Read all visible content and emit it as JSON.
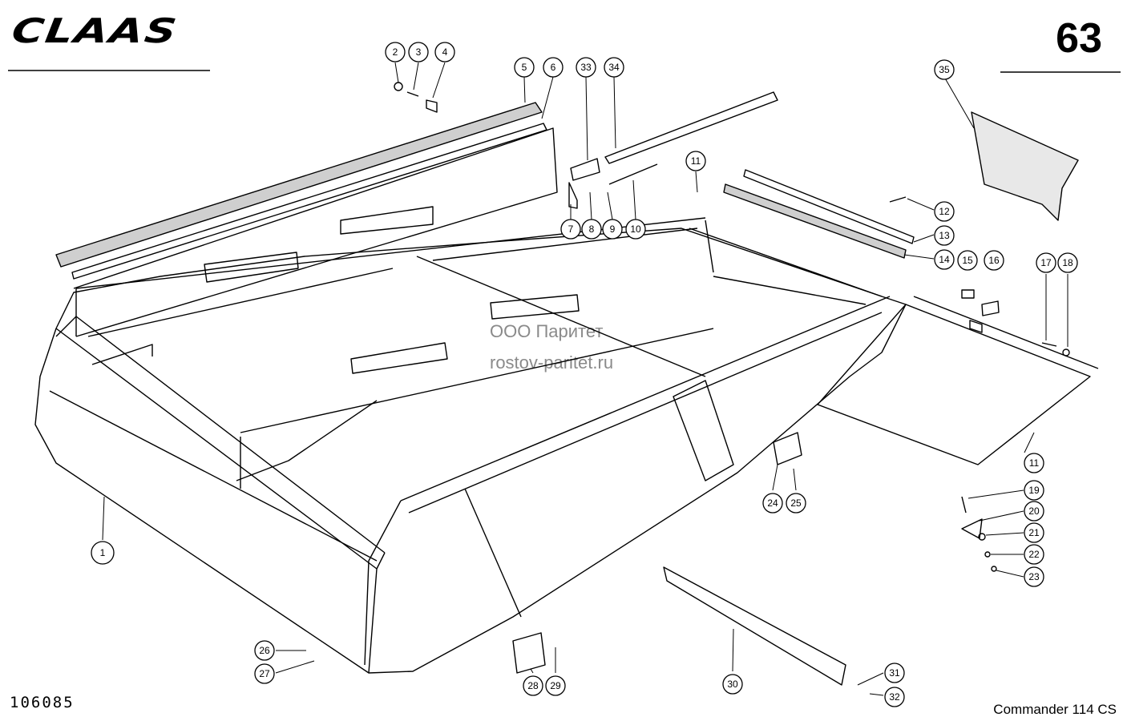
{
  "header": {
    "brand": "CLAAS",
    "page_number": "63"
  },
  "footer": {
    "drawing_number": "106085",
    "model": "Commander 114 CS"
  },
  "watermark": {
    "line1": "ООО Паритет",
    "line2": "rostov-paritet.ru"
  },
  "callouts": [
    {
      "id": "c1",
      "label": "1"
    },
    {
      "id": "c2",
      "label": "2"
    },
    {
      "id": "c3",
      "label": "3"
    },
    {
      "id": "c4",
      "label": "4"
    },
    {
      "id": "c5",
      "label": "5"
    },
    {
      "id": "c6",
      "label": "6"
    },
    {
      "id": "c7",
      "label": "7"
    },
    {
      "id": "c8",
      "label": "8"
    },
    {
      "id": "c9",
      "label": "9"
    },
    {
      "id": "c10",
      "label": "10"
    },
    {
      "id": "c11a",
      "label": "11"
    },
    {
      "id": "c11b",
      "label": "11"
    },
    {
      "id": "c12",
      "label": "12"
    },
    {
      "id": "c13",
      "label": "13"
    },
    {
      "id": "c14",
      "label": "14"
    },
    {
      "id": "c15",
      "label": "15"
    },
    {
      "id": "c16",
      "label": "16"
    },
    {
      "id": "c17",
      "label": "17"
    },
    {
      "id": "c18",
      "label": "18"
    },
    {
      "id": "c19",
      "label": "19"
    },
    {
      "id": "c20",
      "label": "20"
    },
    {
      "id": "c21",
      "label": "21"
    },
    {
      "id": "c22",
      "label": "22"
    },
    {
      "id": "c23",
      "label": "23"
    },
    {
      "id": "c24",
      "label": "24"
    },
    {
      "id": "c25",
      "label": "25"
    },
    {
      "id": "c26",
      "label": "26"
    },
    {
      "id": "c27",
      "label": "27"
    },
    {
      "id": "c28",
      "label": "28"
    },
    {
      "id": "c29",
      "label": "29"
    },
    {
      "id": "c30",
      "label": "30"
    },
    {
      "id": "c31",
      "label": "31"
    },
    {
      "id": "c32",
      "label": "32"
    },
    {
      "id": "c33",
      "label": "33"
    },
    {
      "id": "c34",
      "label": "34"
    },
    {
      "id": "c35",
      "label": "35"
    }
  ]
}
